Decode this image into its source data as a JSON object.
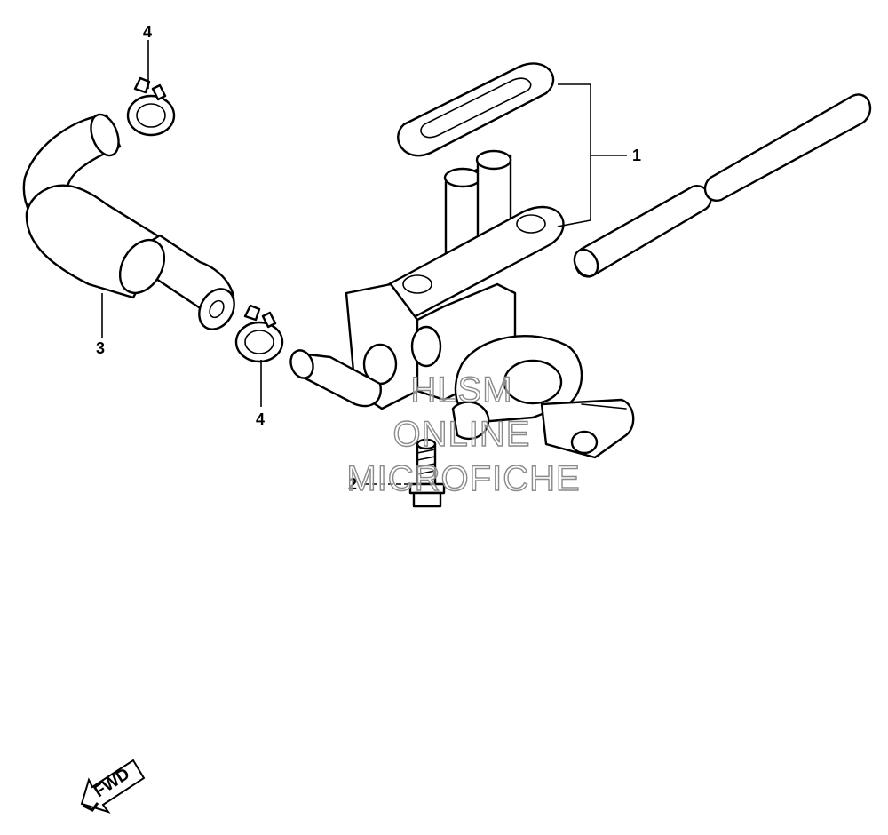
{
  "callouts": {
    "c1": "1",
    "c2": "2",
    "c3": "3",
    "c4_top": "4",
    "c4_bottom": "4"
  },
  "watermark": {
    "line1": "HLSM",
    "line2": "ONLINE",
    "line3": "MICROFICHE"
  },
  "fwd_label": "FWD"
}
